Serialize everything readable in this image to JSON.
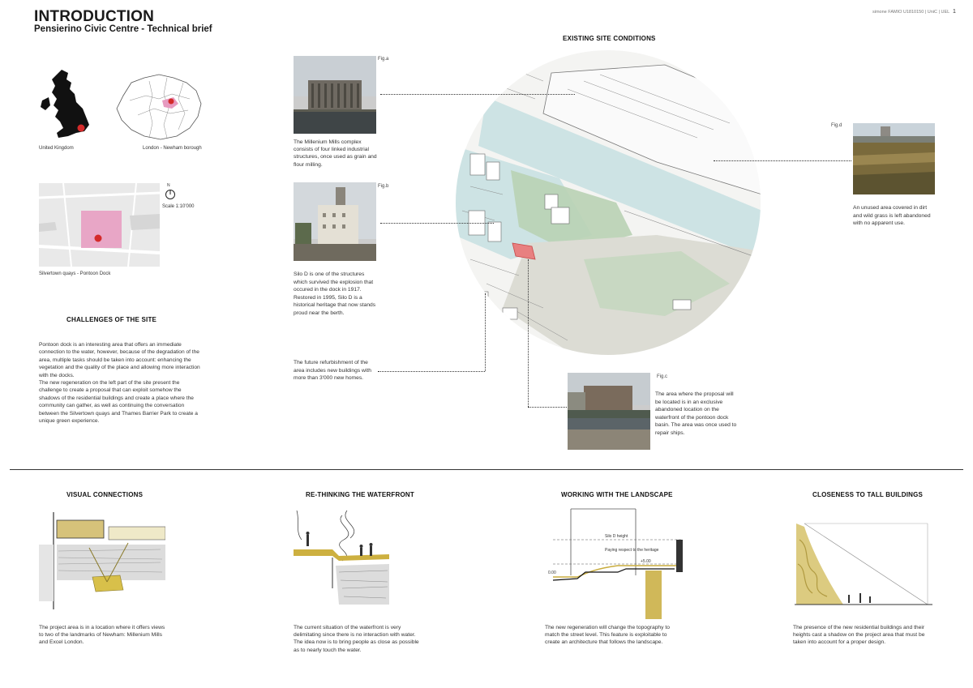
{
  "header": {
    "title": "INTRODUCTION",
    "subtitle": "Pensierino Civic Centre - Technical brief",
    "credit": "simone FAMIO U1810150 | UniC | UEL",
    "page": "1"
  },
  "maps": {
    "uk_label": "United Kingdom",
    "london_label": "London - Newham borough",
    "site_label": "Silvertown quays - Pontoon Dock",
    "scale_label": "Scale 1:10'000",
    "north_label": "N"
  },
  "challenges": {
    "heading": "CHALLENGES OF THE SITE",
    "text": "Pontoon dock is an interesting area that offers an immediate connection to the water, however, because of the degradation of the area, multiple tasks should be taken into account: enhancing the vegetation and the quality of the place and allowing more interaction with the docks.\nThe new regeneration on the left part of the site present the challenge to  create a proposal that can exploit somehow the shadows of the residential buildings and create a place where the community can gather, as well as continuing the conversation between the Silvertown quays and Thames Barrier Park to create a unique green experience."
  },
  "existing": {
    "heading": "EXISTING SITE CONDITIONS"
  },
  "figures": {
    "a": {
      "tag": "Fig.a",
      "caption": "The Millenium Mills complex consists of four linked industrial structures, once used as grain and flour milling."
    },
    "b": {
      "tag": "Fig.b",
      "caption": "Silo D is one of the structures which survived the explosion that occured in the dock in 1917. Restored in 1995, Silo D is a historical heritage that now stands proud near the berth."
    },
    "refurb": {
      "caption": "The future refurbishment of the area includes new buildings with more than 3'000 new homes."
    },
    "c": {
      "tag": "Fig.c",
      "caption": "The area where the proposal will be located is in an exclusive abandoned location on the waterfront of the pontoon dock basin. The area was once used to repair ships."
    },
    "d": {
      "tag": "Fig.d",
      "caption": "An unused area covered in dirt and wild grass is left abandoned with no apparent use."
    }
  },
  "bottom": [
    {
      "heading": "VISUAL CONNECTIONS",
      "text": "The project area is in a location where it offers views to two of the landmarks of Newham: Millenium Mills and Excel London."
    },
    {
      "heading": "RE-THINKING THE WATERFRONT",
      "text": "The current situation of the waterfront is very delimitating since there is no interaction with water. The idea now is to bring people as close as possible as to nearly touch the water."
    },
    {
      "heading": "WORKING WITH THE LANDSCAPE",
      "text": "The new regeneration will change the topography to match the street level. This feature is exploitable to create an architecture that follows the landscape.",
      "labels": {
        "silo": "Silo D height",
        "respect": "Paying respect to the heritage",
        "plus": "+5.00",
        "zero": "0.00"
      }
    },
    {
      "heading": "CLOSENESS TO TALL BUILDINGS",
      "text": "The presence of the new residential buildings and their heights cast a shadow on the project area that must be taken into account for a proper design."
    }
  ],
  "colors": {
    "accent_red": "#d42a2a",
    "pink": "#e79ac0",
    "ochre": "#c8ac3c",
    "water": "#cde3e4",
    "green": "#b9d1b4"
  }
}
